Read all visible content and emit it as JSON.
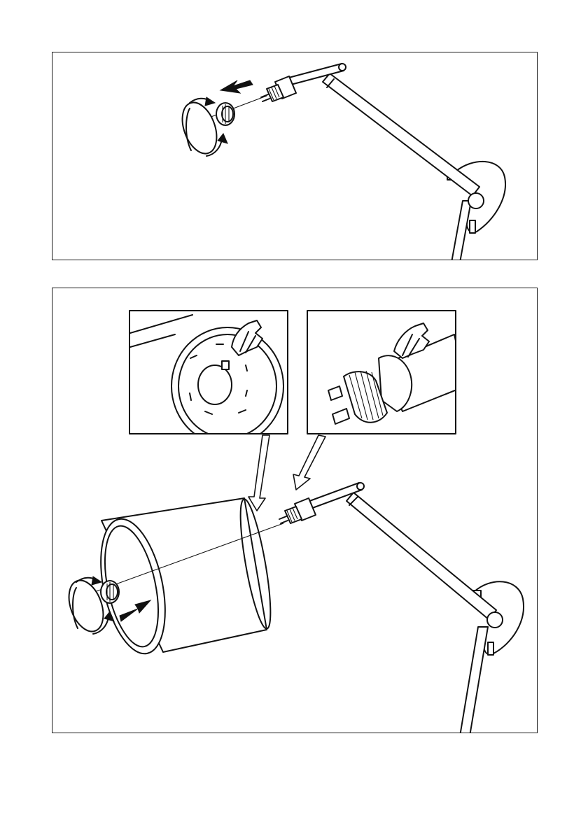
{
  "figure": {
    "steps": [
      {
        "id": "remove-shade-ring"
      },
      {
        "id": "mount-shade"
      }
    ],
    "detail_insets": [
      {
        "id": "shade-ring-notch-detail"
      },
      {
        "id": "socket-thread-detail"
      }
    ],
    "colors": {
      "line": "#111111",
      "background": "#ffffff"
    }
  }
}
